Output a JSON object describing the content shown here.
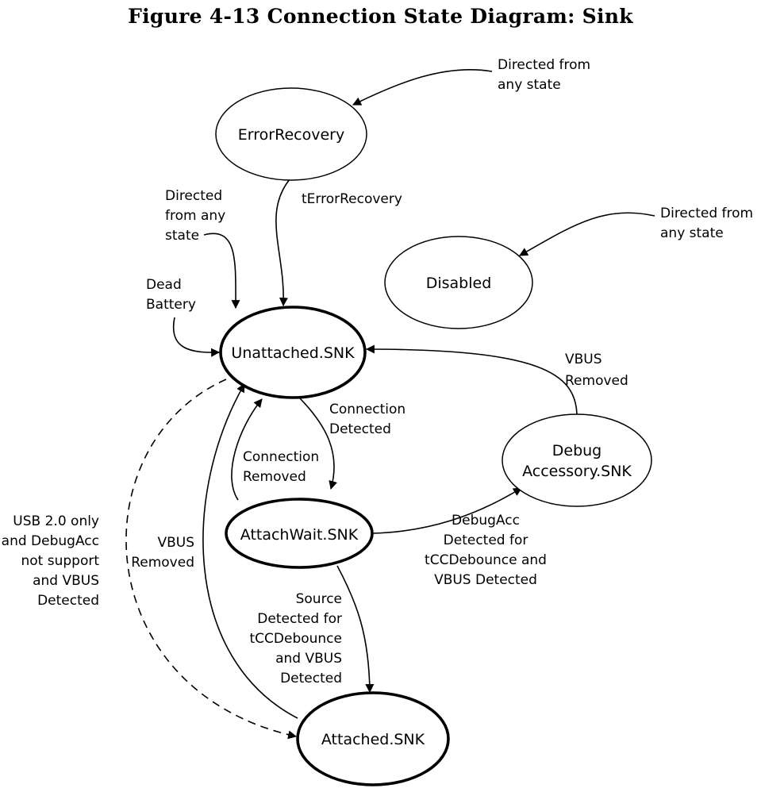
{
  "figure": {
    "title": "Figure 4-13  Connection State Diagram: Sink"
  },
  "states": {
    "error_recovery": "ErrorRecovery",
    "disabled": "Disabled",
    "unattached": "Unattached.SNK",
    "debug_accessory": [
      "Debug",
      "Accessory.SNK"
    ],
    "attach_wait": "AttachWait.SNK",
    "attached": "Attached.SNK"
  },
  "transitions": {
    "to_error_recovery": [
      "Directed from",
      "any state"
    ],
    "to_disabled": [
      "Directed from",
      "any state"
    ],
    "to_unattached_any": [
      "Directed",
      "from any",
      "state"
    ],
    "dead_battery": [
      "Dead",
      "Battery"
    ],
    "t_error_recovery": [
      "tErrorRecovery"
    ],
    "vbus_removed_debug": [
      "VBUS",
      "Removed"
    ],
    "connection_detected": [
      "Connection",
      "Detected"
    ],
    "connection_removed": [
      "Connection",
      "Removed"
    ],
    "usb2_debugacc": [
      "USB 2.0 only",
      "and DebugAcc",
      "not support",
      "and VBUS",
      "Detected"
    ],
    "vbus_removed_attached": [
      "VBUS",
      "Removed"
    ],
    "debugacc_detected": [
      "DebugAcc",
      "Detected for",
      "tCCDebounce and",
      "VBUS Detected"
    ],
    "source_detected": [
      "Source",
      "Detected for",
      "tCCDebounce",
      "and VBUS",
      "Detected"
    ]
  }
}
